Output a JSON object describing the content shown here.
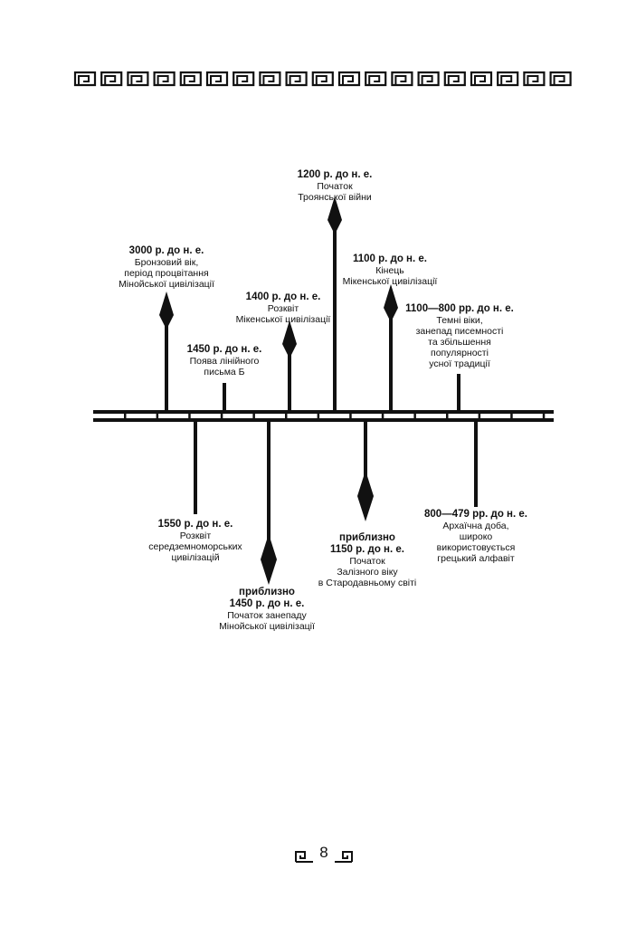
{
  "events": [
    {
      "id": "e3000",
      "date": "3000 р. до н. е.",
      "lines": [
        "Бронзовий вік,",
        "період процвітання",
        "Мінойської цивілізації"
      ]
    },
    {
      "id": "e1450b",
      "date": "1450 р. до н. е.",
      "lines": [
        "Поява лінійного",
        "письма Б"
      ]
    },
    {
      "id": "e1400",
      "date": "1400 р. до н. е.",
      "lines": [
        "Розквіт",
        "Мікенської цивілізації"
      ]
    },
    {
      "id": "e1200",
      "date": "1200 р. до н. е.",
      "lines": [
        "Початок",
        "Троянської війни"
      ]
    },
    {
      "id": "e1100",
      "date": "1100 р. до н. е.",
      "lines": [
        "Кінець",
        "Мікенської цивілізації"
      ]
    },
    {
      "id": "e1100_800",
      "date": "1100—800 рр. до н. е.",
      "lines": [
        "Темні віки,",
        "занепад писемності",
        "та збільшення",
        "популярності",
        "усної традиції"
      ]
    },
    {
      "id": "e1550",
      "date": "1550 р. до н. е.",
      "lines": [
        "Розквіт",
        "середземноморських",
        "цивілізацій"
      ]
    },
    {
      "id": "e1450a",
      "prefix": "приблизно",
      "date": "1450 р. до н. е.",
      "lines": [
        "Початок занепаду",
        "Мінойської цивілізації"
      ]
    },
    {
      "id": "e1150",
      "prefix": "приблизно",
      "date": "1150 р. до н. е.",
      "lines": [
        "Початок",
        "Залізного віку",
        "в Стародавньому світі"
      ]
    },
    {
      "id": "e800",
      "date": "800—479 рр. до н. е.",
      "lines": [
        "Архаїчна доба,",
        "широко",
        "використовується",
        "грецький алфавіт"
      ]
    }
  ],
  "page_number": "8"
}
